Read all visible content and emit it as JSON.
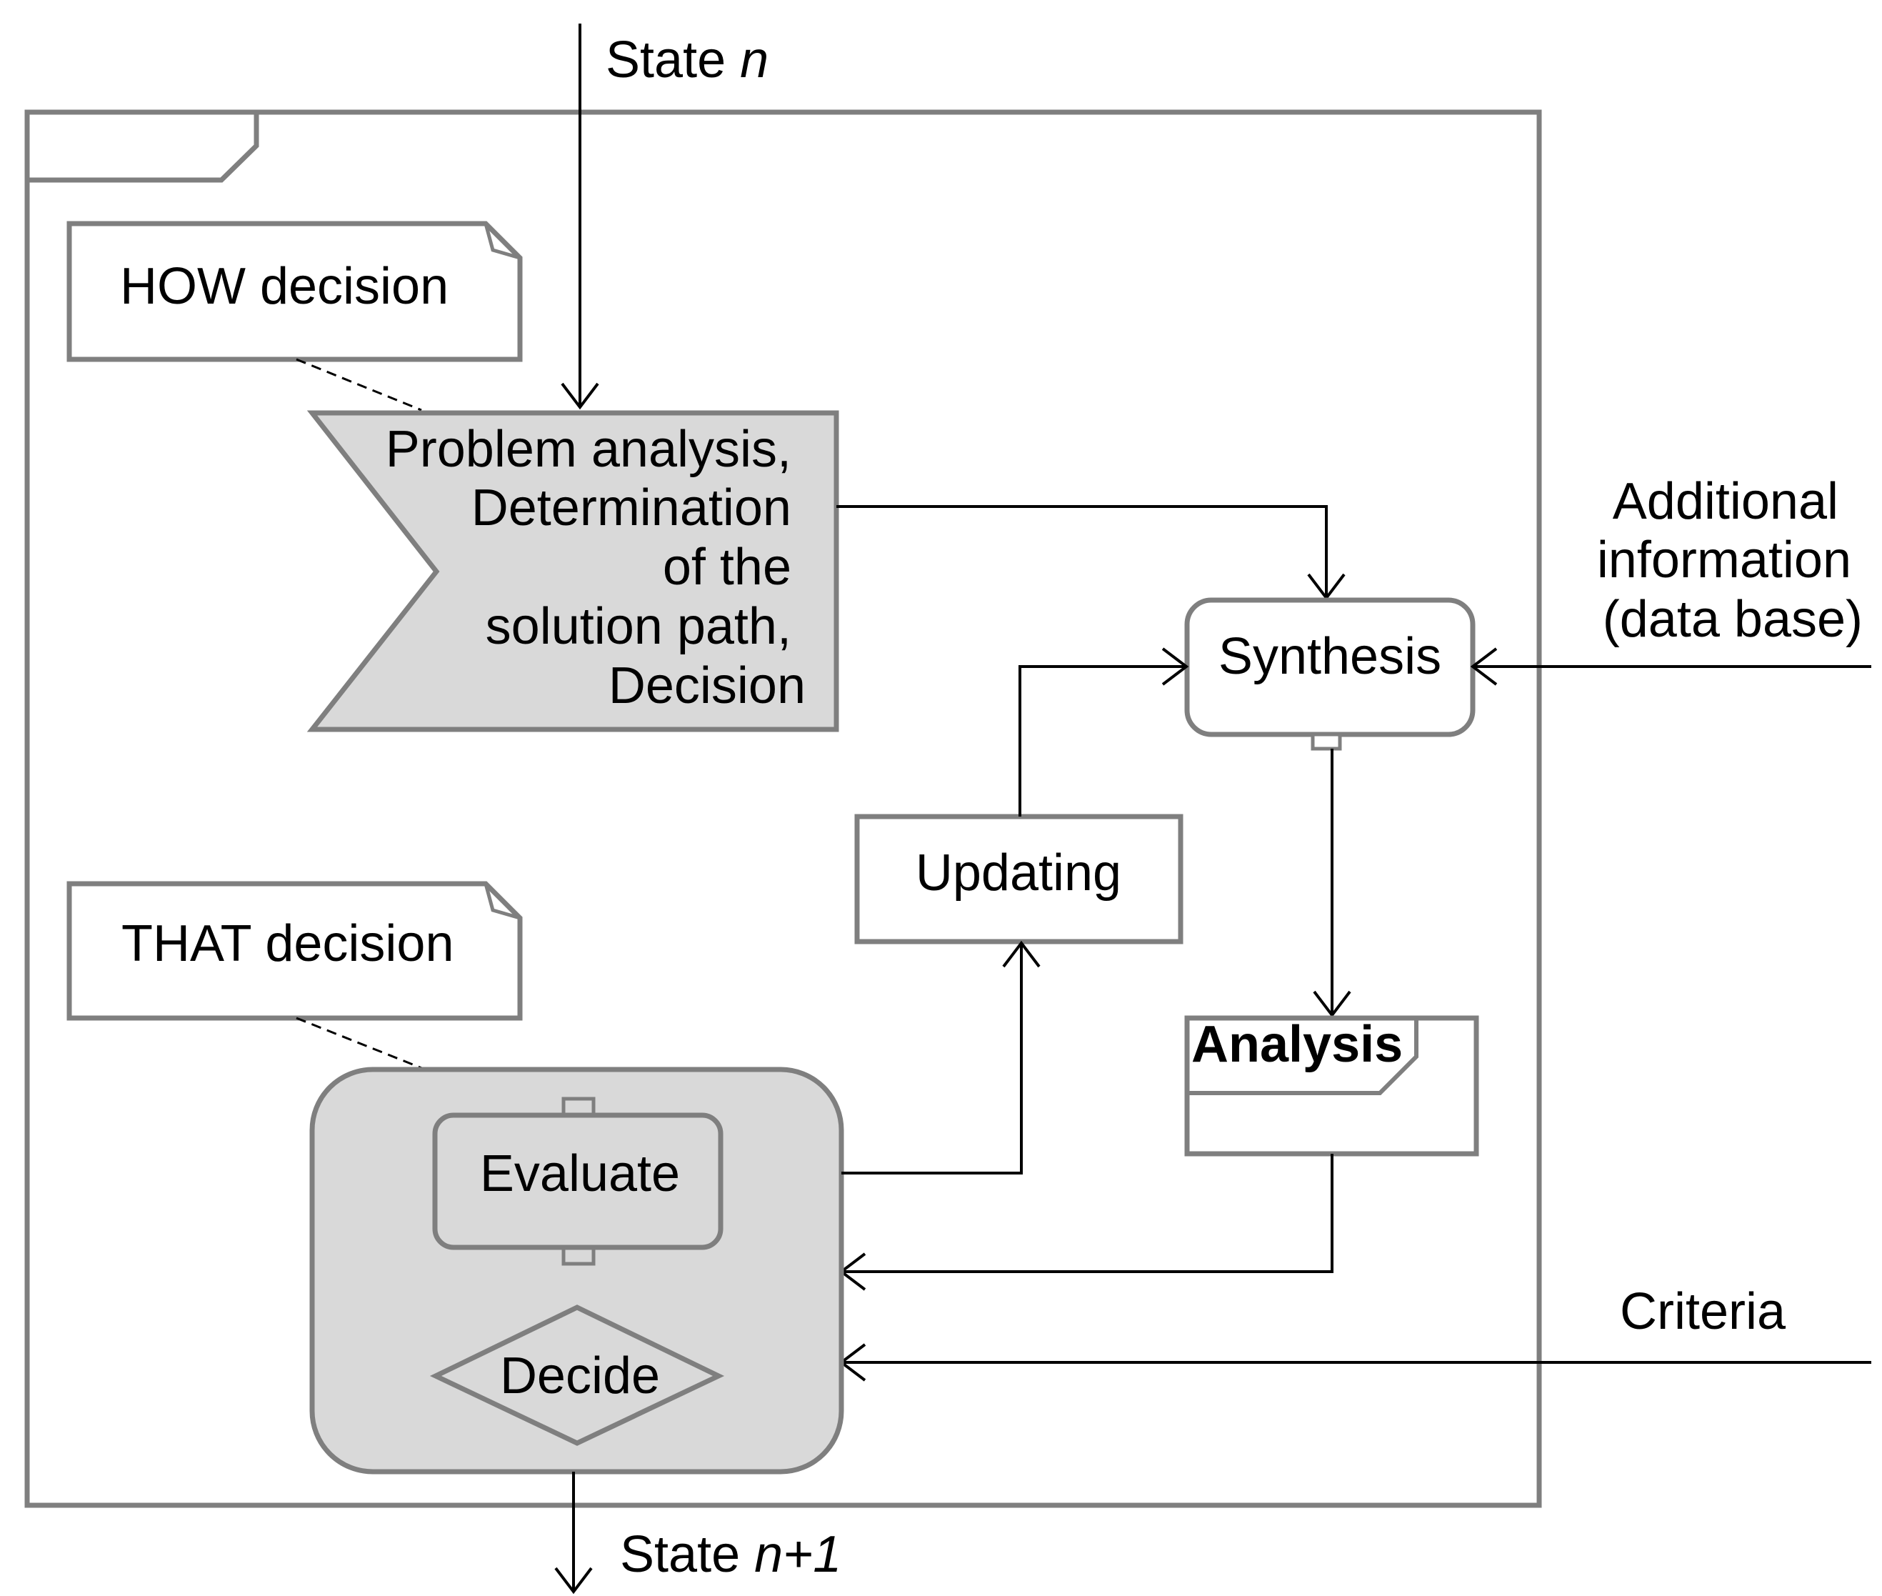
{
  "diagram": {
    "inputs": {
      "state_n_prefix": "State ",
      "state_n_var": "n",
      "state_next_prefix": "State ",
      "state_next_var": "n+1",
      "additional_info_line1": "Additional",
      "additional_info_line2": "information",
      "additional_info_line3": "(data base)",
      "criteria": "Criteria"
    },
    "notes": {
      "how": "HOW decision",
      "that": "THAT decision"
    },
    "nodes": {
      "problem_analysis_lines": [
        "Problem analysis,",
        "Determination",
        "of the",
        "solution path,",
        "Decision"
      ],
      "synthesis": "Synthesis",
      "updating": "Updating",
      "analysis": "Analysis",
      "evaluate": "Evaluate",
      "decide": "Decide"
    },
    "colors": {
      "frame_stroke": "#7f7f7f",
      "grey_fill": "#d9d9d9",
      "line": "#000000"
    }
  }
}
